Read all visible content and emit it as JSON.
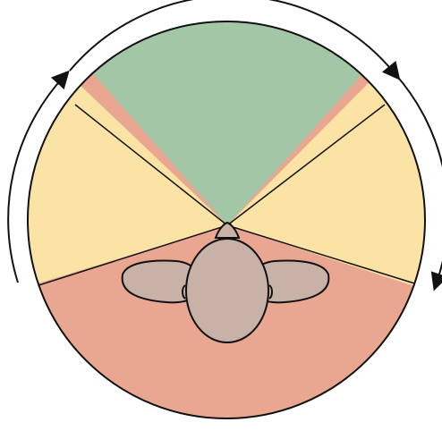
{
  "diagram": {
    "zones": [
      {
        "name": "front",
        "color": "#a3c7a6"
      },
      {
        "name": "side",
        "color": "#fbe3a6"
      },
      {
        "name": "back",
        "color": "#e9a792"
      }
    ],
    "person": {
      "skin_color": "#c8b1a7",
      "outline_color": "#111111"
    },
    "outline_color": "#111111",
    "arrows": [
      {
        "name": "top-left-to-left"
      },
      {
        "name": "top-right-to-right"
      }
    ]
  }
}
